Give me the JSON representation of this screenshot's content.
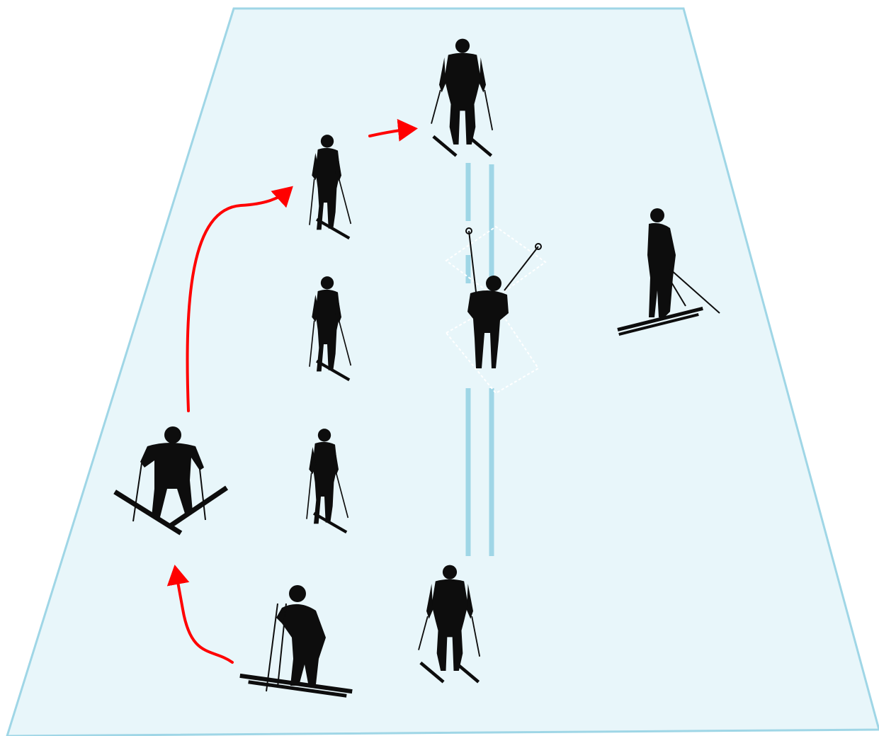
{
  "colors": {
    "slope_fill": "#e8f6fa",
    "slope_edge": "#9fd6e6",
    "track": "#9fd6e6",
    "arrow": "#ff0000",
    "skier": "#0d0d0d",
    "background": "#ffffff"
  },
  "figures": [
    {
      "name": "skier-start-crouch"
    },
    {
      "name": "skier-bottom-front"
    },
    {
      "name": "skier-left-snowplough"
    },
    {
      "name": "skier-column-top"
    },
    {
      "name": "skier-column-middle"
    },
    {
      "name": "skier-column-bottom"
    },
    {
      "name": "skier-top-front"
    },
    {
      "name": "skier-center-poles-up"
    },
    {
      "name": "skier-right-side"
    }
  ],
  "arrows": [
    {
      "name": "arrow-crouch-to-snowplough"
    },
    {
      "name": "arrow-snowplough-to-column"
    },
    {
      "name": "arrow-column-to-top"
    }
  ]
}
